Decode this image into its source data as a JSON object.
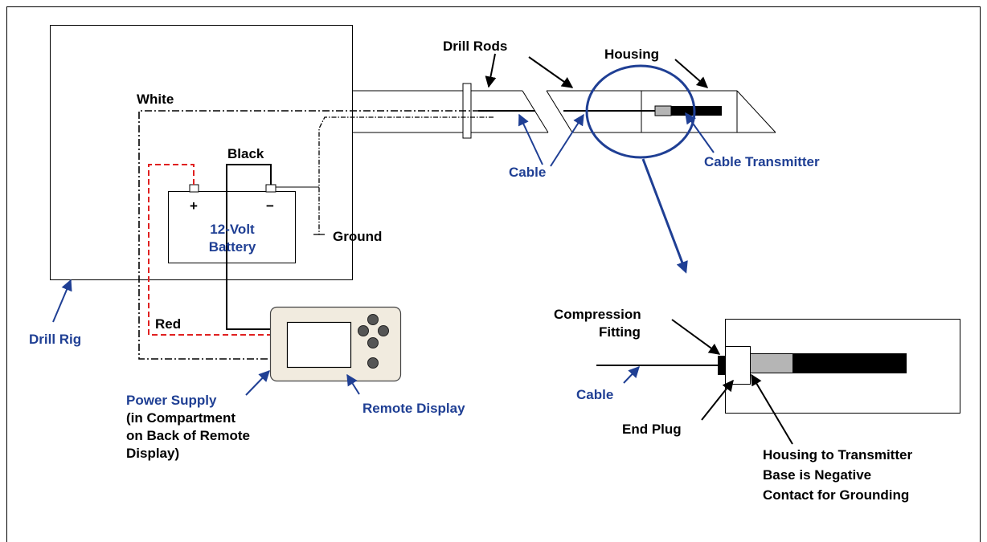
{
  "labels": {
    "white": "White",
    "black": "Black",
    "red": "Red",
    "ground": "Ground",
    "plus": "+",
    "minus": "−",
    "battery_line1": "12-Volt",
    "battery_line2": "Battery",
    "drill_rig": "Drill Rig",
    "drill_rods": "Drill Rods",
    "housing": "Housing",
    "cable_top": "Cable",
    "cable_transmitter": "Cable Transmitter",
    "power_supply_line1": "Power Supply",
    "power_supply_line2": "(in Compartment",
    "power_supply_line3": "on Back of Remote",
    "power_supply_line4": "Display)",
    "remote_display": "Remote Display",
    "compression_line1": "Compression",
    "compression_line2": "Fitting",
    "cable_detail": "Cable",
    "end_plug": "End Plug",
    "contact_line1": "Housing to Transmitter",
    "contact_line2": "Base is Negative",
    "contact_line3": "Contact for Grounding"
  },
  "colors": {
    "label_blue": "#1f3f94",
    "arrow_blue": "#1f3f94",
    "red_wire": "#e02020",
    "black": "#000000",
    "display_body": "#f1ebdf"
  }
}
